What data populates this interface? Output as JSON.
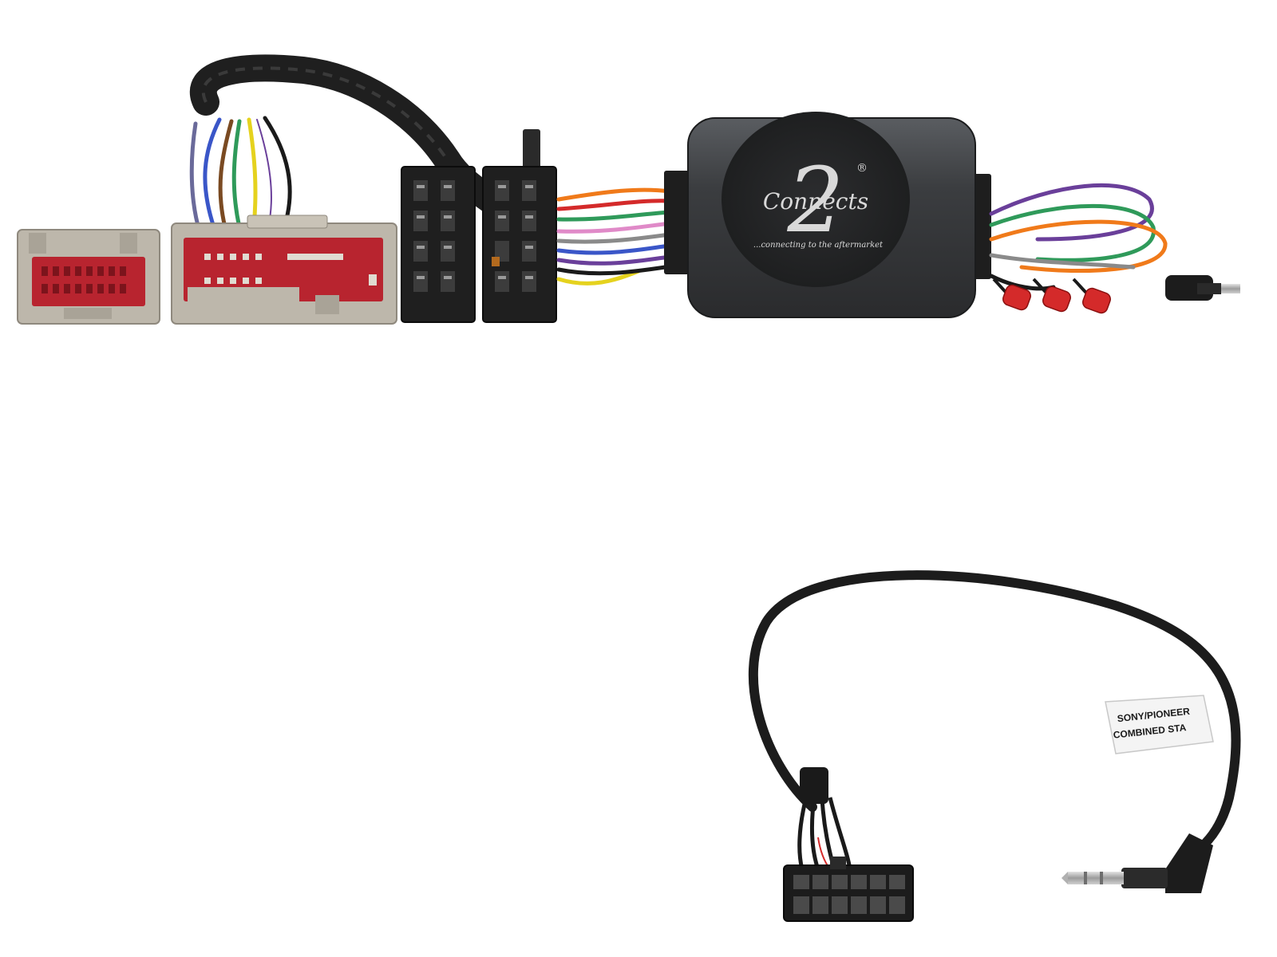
{
  "photo": {
    "interface_box": {
      "logo_numeral": "2",
      "logo_wordmark": "Connects",
      "logo_registered": "®",
      "tagline": "...connecting to the aftermarket"
    },
    "patch_lead": {
      "label_line1": "SONY/PIONEER",
      "label_line2": "COMBINED STA"
    }
  },
  "colors": {
    "background": "#ffffff",
    "box": "#3a3c3f",
    "box_light": "#55585c",
    "grey_connector": "#bdb7ab",
    "red_pins": "#b8242f",
    "black_connector": "#1f1f1f",
    "cable": "#1c1c1c",
    "wire_orange": "#f07a1a",
    "wire_purple": "#6a3f9a",
    "wire_green": "#2f9a5a",
    "wire_blue": "#3a56c8",
    "wire_yellow": "#e5d21e",
    "wire_red": "#d42a2a",
    "jack_metal": "#b9b9b9"
  }
}
